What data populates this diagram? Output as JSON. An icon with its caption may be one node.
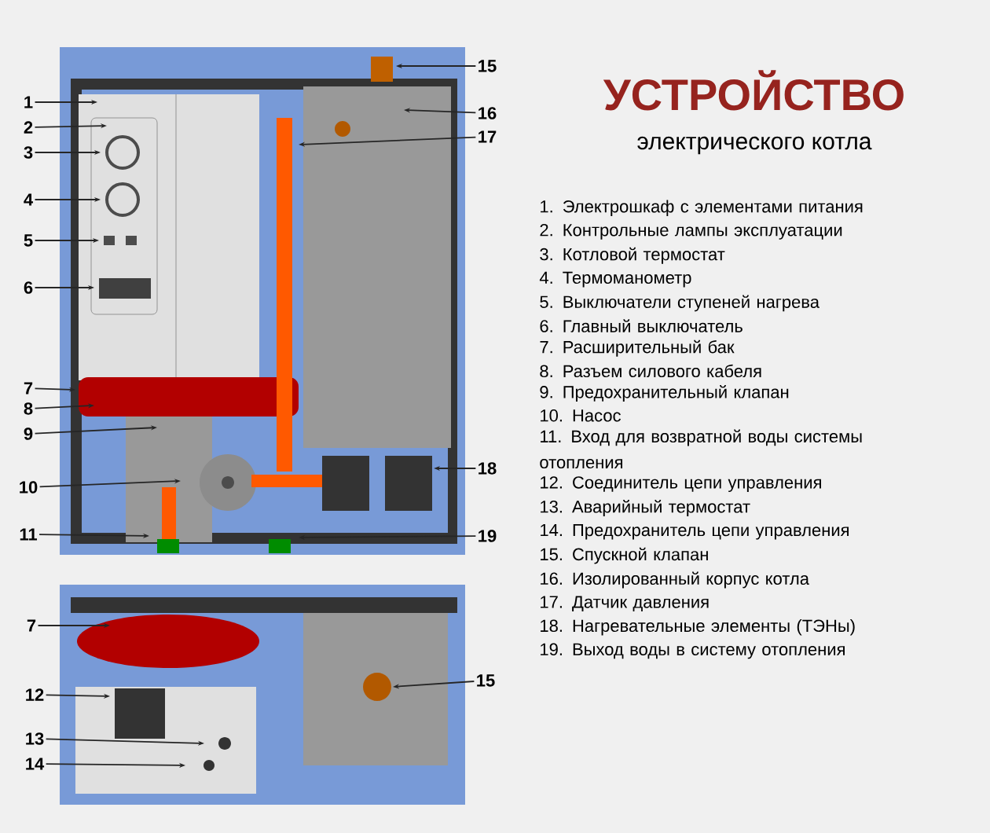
{
  "diagram": {
    "title": "УСТРОЙСТВО",
    "nodes": [
      {
        "text": [
          "1"
        ]
      },
      {
        "text": [
          "2"
        ]
      },
      {
        "text": [
          "3"
        ]
      },
      {
        "text": [
          "4"
        ]
      },
      {
        "text": [
          "5"
        ]
      },
      {
        "text": [
          "6"
        ]
      },
      {
        "text": [
          "7"
        ]
      },
      {
        "text": [
          "8"
        ]
      },
      {
        "text": [
          "9"
        ]
      },
      {
        "text": [
          "10"
        ]
      },
      {
        "text": [
          "11"
        ]
      },
      {
        "text": [
          "15"
        ]
      },
      {
        "text": [
          "16"
        ]
      },
      {
        "text": [
          "17"
        ]
      },
      {
        "text": [
          "18"
        ]
      },
      {
        "text": [
          "19"
        ]
      },
      {
        "text": [
          "7"
        ]
      },
      {
        "text": [
          "12"
        ]
      },
      {
        "text": [
          "13"
        ]
      },
      {
        "text": [
          "14"
        ]
      },
      {
        "text": [
          "15"
        ]
      }
    ],
    "edges": [
      {
        "from": 0,
        "to": null,
        "arrow": "to"
      },
      {
        "from": 1,
        "to": null,
        "arrow": "to"
      },
      {
        "from": 2,
        "to": null,
        "arrow": "to"
      },
      {
        "from": 3,
        "to": null,
        "arrow": "to"
      },
      {
        "from": 4,
        "to": null,
        "arrow": "to"
      },
      {
        "from": 5,
        "to": null,
        "arrow": "to"
      },
      {
        "from": 6,
        "to": null,
        "arrow": "to"
      },
      {
        "from": 7,
        "to": null,
        "arrow": "to"
      },
      {
        "from": 8,
        "to": null,
        "arrow": "to"
      },
      {
        "from": 9,
        "to": null,
        "arrow": "to"
      },
      {
        "from": 10,
        "to": null,
        "arrow": "to"
      },
      {
        "from": 11,
        "to": null,
        "arrow": "to"
      },
      {
        "from": 12,
        "to": null,
        "arrow": "to"
      },
      {
        "from": 13,
        "to": null,
        "arrow": "to"
      },
      {
        "from": 14,
        "to": null,
        "arrow": "to"
      },
      {
        "from": 15,
        "to": null,
        "arrow": "to"
      },
      {
        "from": 16,
        "to": null,
        "arrow": "to"
      },
      {
        "from": 17,
        "to": null,
        "arrow": "to"
      },
      {
        "from": 18,
        "to": null,
        "arrow": "to"
      },
      {
        "from": 19,
        "to": null,
        "arrow": "to"
      },
      {
        "from": 20,
        "to": null,
        "arrow": "to"
      }
    ],
    "labels": [
      "электрического котла",
      "1. Электрошкаф с элементами питания",
      "2. Контрольные лампы эксплуатации",
      "3. Котловой термостат",
      "4. Термоманометр",
      "5. Выключатели ступеней нагрева",
      "6. Главный выключатель",
      "7. Расширительный бак",
      "8. Разъем силового кабеля",
      "9. Предохранительный клапан",
      "10. Насос",
      "11. Вход для возвратной воды системы отопления",
      "12. Соединитель цепи управления",
      "13. Аварийный термостат",
      "14. Предохранитель цепи управления",
      "15. Спускной клапан",
      "16. Изолированный корпус котла",
      "17. Датчик давления",
      "18. Нагревательные элементы (ТЭНы)",
      "19. Выход воды в систему отопления"
    ]
  }
}
